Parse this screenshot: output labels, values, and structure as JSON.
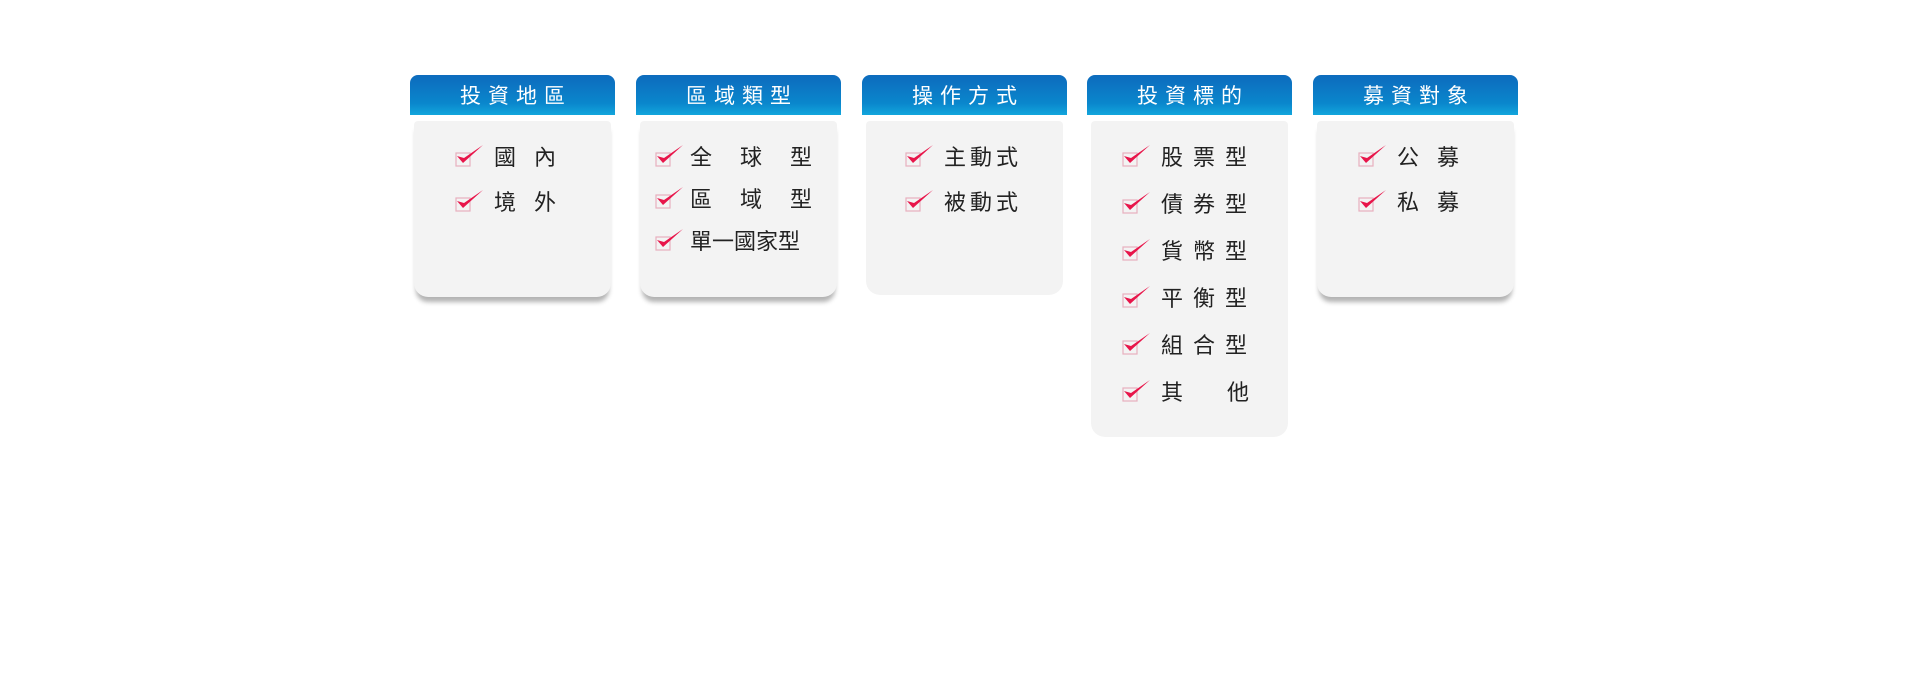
{
  "colors": {
    "header_blue": "#0a86cc",
    "check_red": "#e8154a",
    "panel_bg": "#f3f3f3"
  },
  "panels": [
    {
      "title": "投資地區",
      "items": [
        {
          "label": "國內",
          "icon": "checkmark-icon"
        },
        {
          "label": "境外",
          "icon": "checkmark-icon"
        }
      ]
    },
    {
      "title": "區域類型",
      "items": [
        {
          "label": "全球型",
          "icon": "checkmark-icon"
        },
        {
          "label": "區域型",
          "icon": "checkmark-icon"
        },
        {
          "label": "單一國家型",
          "icon": "checkmark-icon"
        }
      ]
    },
    {
      "title": "操作方式",
      "items": [
        {
          "label": "主動式",
          "icon": "checkmark-icon"
        },
        {
          "label": "被動式",
          "icon": "checkmark-icon"
        }
      ]
    },
    {
      "title": "投資標的",
      "items": [
        {
          "label": "股票型",
          "icon": "checkmark-icon"
        },
        {
          "label": "債券型",
          "icon": "checkmark-icon"
        },
        {
          "label": "貨幣型",
          "icon": "checkmark-icon"
        },
        {
          "label": "平衡型",
          "icon": "checkmark-icon"
        },
        {
          "label": "組合型",
          "icon": "checkmark-icon"
        },
        {
          "label": "其他",
          "icon": "checkmark-icon"
        }
      ]
    },
    {
      "title": "募資對象",
      "items": [
        {
          "label": "公募",
          "icon": "checkmark-icon"
        },
        {
          "label": "私募",
          "icon": "checkmark-icon"
        }
      ]
    }
  ]
}
